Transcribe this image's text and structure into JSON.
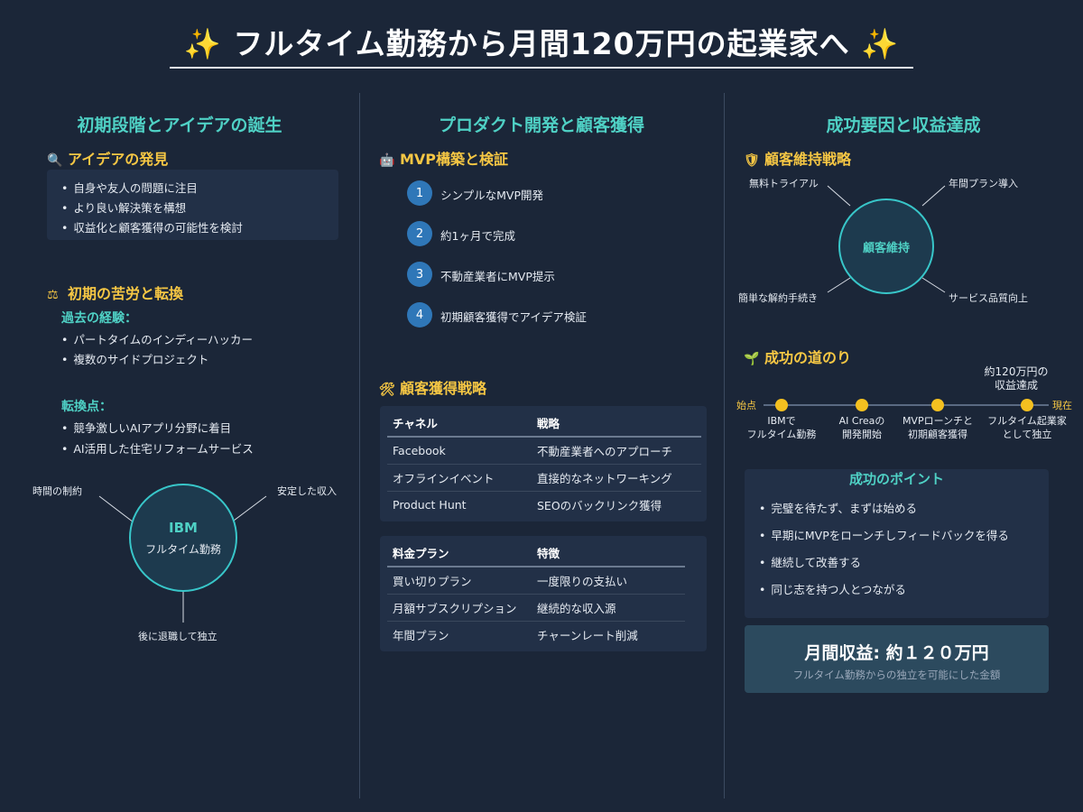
{
  "title": "✨ フルタイム勤務から月間120万円の起業家へ ✨",
  "col1": {
    "heading": "初期段階とアイデアの誕生",
    "idea": {
      "icon": "magnifier-icon",
      "heading": "アイデアの発見",
      "bullets": [
        "自身や友人の問題に注目",
        "より良い解決策を構想",
        "収益化と顧客獲得の可能性を検討"
      ]
    },
    "struggle": {
      "icon": "balance-scale-icon",
      "heading": "初期の苦労と転換",
      "past_heading": "過去の経験：",
      "past_bullets": [
        "パートタイムのインディーハッカー",
        "複数のサイドプロジェクト"
      ],
      "turn_heading": "転換点：",
      "turn_bullets": [
        "競争激しいAIアプリ分野に着目",
        "AI活用した住宅リフォームサービス"
      ]
    },
    "ibm_diagram": {
      "center_title": "IBM",
      "center_sub": "フルタイム勤務",
      "left": "時間の制約",
      "right": "安定した収入",
      "bottom": "後に退職して独立"
    }
  },
  "col2": {
    "heading": "プロダクト開発と顧客獲得",
    "mvp": {
      "icon": "robot-icon",
      "heading": "MVP構築と検証",
      "steps": [
        {
          "num": "1",
          "text": "シンプルなMVP開発"
        },
        {
          "num": "2",
          "text": "約1ヶ月で完成"
        },
        {
          "num": "3",
          "text": "不動産業者にMVP提示"
        },
        {
          "num": "4",
          "text": "初期顧客獲得でアイデア検証"
        }
      ]
    },
    "acq": {
      "icon": "tools-icon",
      "heading": "顧客獲得戦略",
      "headers": [
        "チャネル",
        "戦略"
      ],
      "rows": [
        [
          "Facebook",
          "不動産業者へのアプローチ"
        ],
        [
          "オフラインイベント",
          "直接的なネットワーキング"
        ],
        [
          "Product Hunt",
          "SEOのバックリンク獲得"
        ]
      ]
    },
    "pricing": {
      "headers": [
        "料金プラン",
        "特徴"
      ],
      "rows": [
        [
          "買い切りプラン",
          "一度限りの支払い"
        ],
        [
          "月額サブスクリプション",
          "継続的な収入源"
        ],
        [
          "年間プラン",
          "チャーンレート削減"
        ]
      ]
    }
  },
  "col3": {
    "heading": "成功要因と収益達成",
    "retention": {
      "icon": "shield-icon",
      "heading": "顧客維持戦略",
      "center": "顧客維持",
      "top_left": "無料トライアル",
      "top_right": "年間プラン導入",
      "bottom_left": "簡単な解約手続き",
      "bottom_right": "サービス品質向上"
    },
    "road": {
      "icon": "seedling-icon",
      "heading": "成功の道のり",
      "start": "始点",
      "end": "現在",
      "top_note_1": "約120万円の",
      "top_note_2": "収益達成",
      "milestones": [
        {
          "l1": "IBMで",
          "l2": "フルタイム勤務"
        },
        {
          "l1": "AI Creaの",
          "l2": "開発開始"
        },
        {
          "l1": "MVPローンチと",
          "l2": "初期顧客獲得"
        },
        {
          "l1": "フルタイム起業家",
          "l2": "として独立"
        }
      ]
    },
    "points": {
      "heading": "成功のポイント",
      "bullets": [
        "完璧を待たず、まずは始める",
        "早期にMVPをローンチしフィードバックを得る",
        "継続して改善する",
        "同じ志を持つ人とつながる"
      ]
    },
    "revenue": {
      "title": "月間収益: 約１２０万円",
      "sub": "フルタイム勤務からの独立を可能にした金額"
    }
  },
  "colors": {
    "background": "#1b2638",
    "accent_teal": "#4fd1c5",
    "accent_yellow": "#f6c744",
    "number_blue": "#2f77b8"
  }
}
